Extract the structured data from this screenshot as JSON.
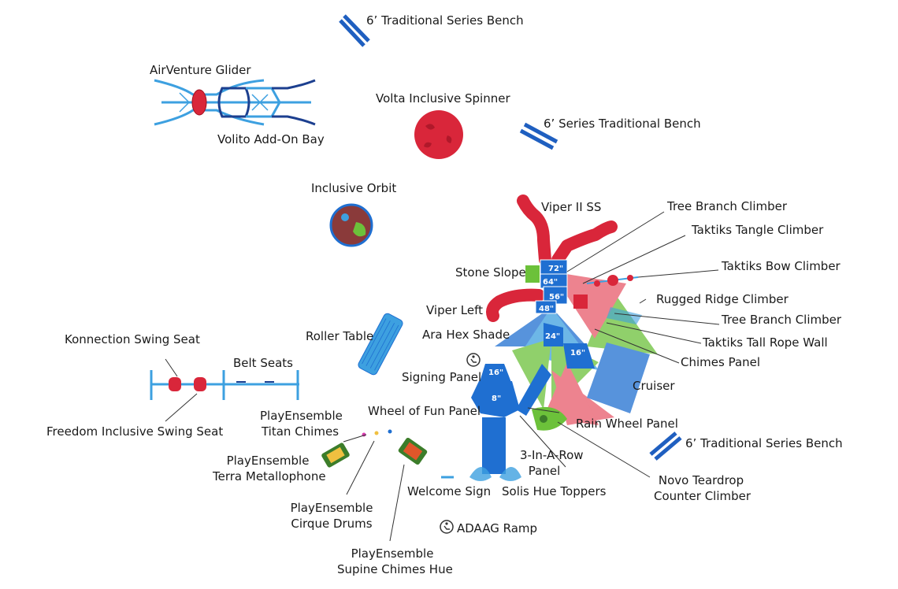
{
  "diagram": {
    "labels": {
      "bench_top": "6’ Traditional Series Bench",
      "airventure_glider": "AirVenture Glider",
      "volito_bay": "Volito Add-On Bay",
      "volta_spinner": "Volta Inclusive Spinner",
      "bench_series": "6’ Series Traditional Bench",
      "inclusive_orbit": "Inclusive Orbit",
      "viper_ss": "Viper II SS",
      "tree_branch_1": "Tree Branch Climber",
      "taktiks_tangle": "Taktiks Tangle Climber",
      "taktiks_bow": "Taktiks Bow Climber",
      "stone_slope": "Stone Slope",
      "rugged_ridge": "Rugged Ridge Climber",
      "viper_left": "Viper Left",
      "tree_branch_2": "Tree Branch Climber",
      "roller_table": "Roller Table",
      "ara_hex": "Ara Hex Shade",
      "taktiks_tall": "Taktiks Tall Rope Wall",
      "chimes_panel": "Chimes Panel",
      "konnection_swing": "Konnection Swing Seat",
      "belt_seats": "Belt Seats",
      "signing_panel": "Signing Panel",
      "cruiser": "Cruiser",
      "wheel_of_fun": "Wheel of Fun Panel",
      "rain_wheel": "Rain Wheel Panel",
      "freedom_swing": "Freedom Inclusive Swing Seat",
      "titan_chimes_1": "PlayEnsemble",
      "titan_chimes_2": "Titan Chimes",
      "bench_bottom": "6’ Traditional Series Bench",
      "terra_1": "PlayEnsemble",
      "terra_2": "Terra Metallophone",
      "three_in_row_1": "3-In-A-Row",
      "three_in_row_2": "Panel",
      "novo_1": "Novo Teardrop",
      "novo_2": "Counter Climber",
      "welcome_sign": "Welcome Sign",
      "solis": "Solis Hue Toppers",
      "cirque_1": "PlayEnsemble",
      "cirque_2": "Cirque Drums",
      "adaag_ramp": "ADAAG Ramp",
      "supine_1": "PlayEnsemble",
      "supine_2": "Supine Chimes Hue"
    },
    "deck_heights": [
      "72\"",
      "64\"",
      "56\"",
      "48\"",
      "24\"",
      "16\"",
      "16\"",
      "8\""
    ],
    "colors": {
      "deck_blue": "#1f6fd1",
      "slide_red": "#d9263a",
      "green": "#6cc13a",
      "light_blue": "#3da0e0",
      "navy": "#1c3f8f",
      "line": "#333333"
    },
    "icons": [
      "accessibility-icon",
      "accessibility-icon"
    ]
  }
}
